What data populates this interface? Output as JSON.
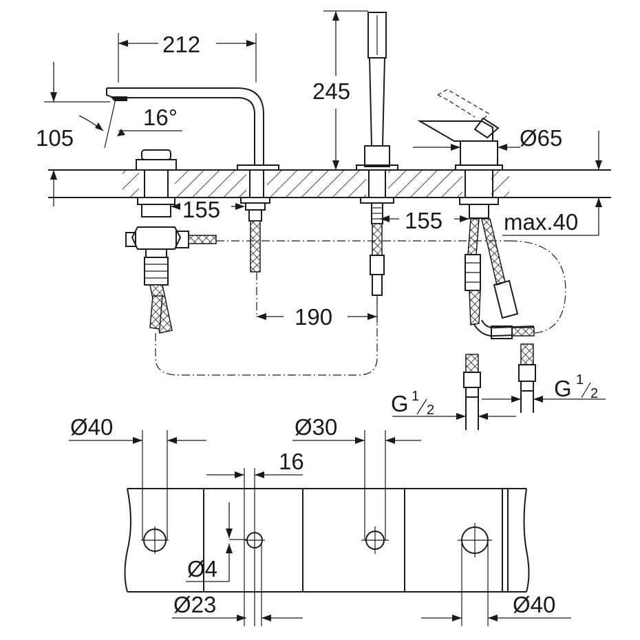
{
  "dimensions": {
    "spout_width": "212",
    "shower_height": "245",
    "spout_height": "105",
    "spout_angle": "16°",
    "diverter_offset": "155",
    "mixer_offset": "155",
    "lever_diameter": "Ø65",
    "max_deck": "max.40",
    "hose_spacing": "190",
    "thread_left": "G",
    "thread_right": "G",
    "fraction_numerator": "1",
    "fraction_denominator": "2",
    "hole_d40_left": "Ø40",
    "hole_d30": "Ø30",
    "slot_width": "16",
    "pin_d4": "Ø4",
    "pin_d23": "Ø23",
    "hole_d40_right": "Ø40"
  }
}
